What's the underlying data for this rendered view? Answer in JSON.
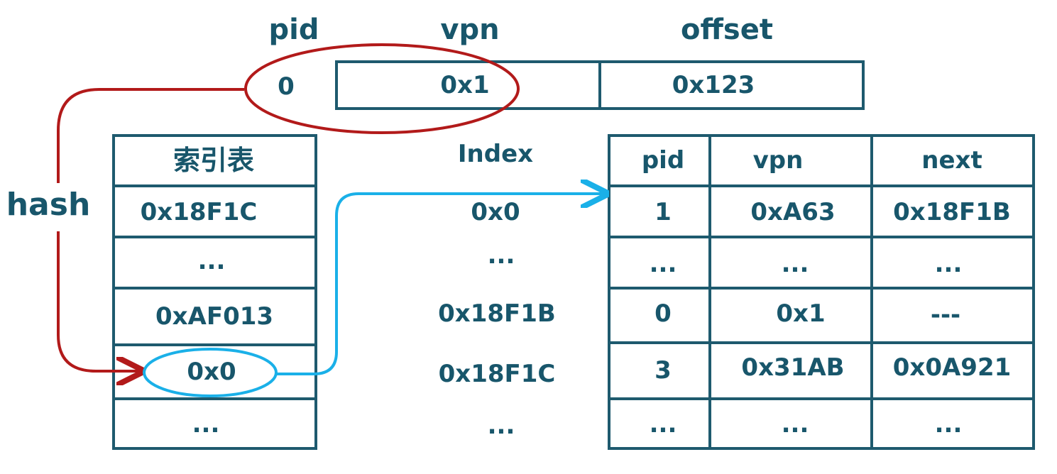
{
  "colors": {
    "text": "#18566b",
    "table_border": "#1e5a6e",
    "red_arrow": "#b21a1a",
    "blue_arrow": "#1ab0e8"
  },
  "address": {
    "headers": [
      "pid",
      "vpn",
      "offset"
    ],
    "pid_value": "0",
    "vpn_value": "0x1",
    "offset_value": "0x123"
  },
  "hash_label": "hash",
  "index_table": {
    "title": "索引表",
    "rows": [
      "0x18F1C",
      "...",
      "0xAF013",
      "0x0",
      "..."
    ]
  },
  "index_column": {
    "title": "Index",
    "rows": [
      "0x0",
      "...",
      "0x18F1B",
      "0x18F1C",
      "..."
    ]
  },
  "page_table": {
    "headers": [
      "pid",
      "vpn",
      "next"
    ],
    "rows": [
      [
        "1",
        "0xA63",
        "0x18F1B"
      ],
      [
        "...",
        "...",
        "..."
      ],
      [
        "0",
        "0x1",
        "---"
      ],
      [
        "3",
        "0x31AB",
        "0x0A921"
      ],
      [
        "...",
        "...",
        "..."
      ]
    ]
  }
}
